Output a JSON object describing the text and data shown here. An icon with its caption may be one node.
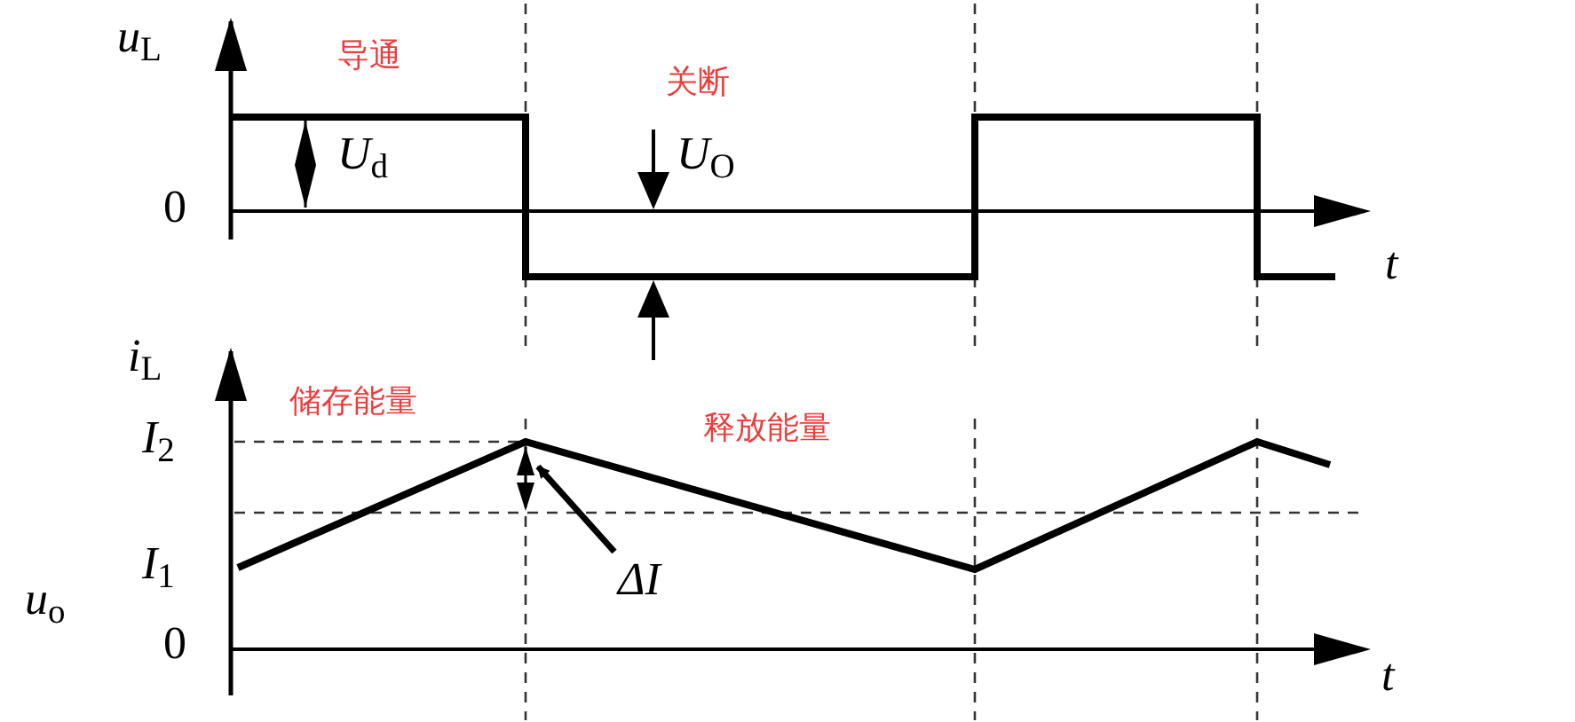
{
  "diagram": {
    "nodes": [
      {
        "text": [
          "ΔI"
        ]
      },
      {
        "text": [],
        "shape": "arrow"
      }
    ],
    "edges": [
      {
        "from": 0,
        "to": 1,
        "arrow": "to"
      }
    ],
    "labels": [
      "*u*$_{L}$",
      "导通",
      "关断",
      "*U*$_{d}$",
      "0",
      "*U*$_{O}$",
      "t",
      "*i*$_{L}$",
      "储存能量",
      "释放能量",
      "*I*$_{2}$",
      "*I*$_{1}$",
      "*u*$_{o}$",
      "0",
      "t"
    ]
  }
}
